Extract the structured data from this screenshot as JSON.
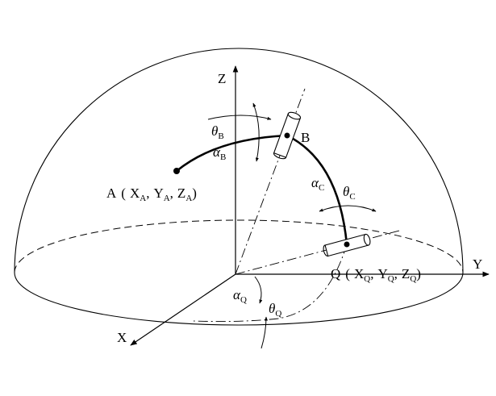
{
  "axes": {
    "x": "X",
    "y": "Y",
    "z": "Z"
  },
  "points": {
    "a": {
      "name": "A",
      "open": "(",
      "x": "X",
      "y": "Y",
      "z": "Z",
      "sub": "A",
      "sep": ",",
      "close": ")"
    },
    "b": {
      "name": "B"
    },
    "q": {
      "name": "Q",
      "open": "(",
      "x": "X",
      "y": "Y",
      "z": "Z",
      "sub": "Q",
      "sep": ",",
      "close": ")"
    }
  },
  "angles": {
    "theta_b": {
      "sym": "θ",
      "sub": "B"
    },
    "alpha_b": {
      "sym": "α",
      "sub": "B"
    },
    "alpha_c": {
      "sym": "α",
      "sub": "C"
    },
    "theta_c": {
      "sym": "θ",
      "sub": "C"
    },
    "alpha_q": {
      "sym": "α",
      "sub": "Q"
    },
    "theta_q": {
      "sym": "θ",
      "sub": "Q"
    }
  }
}
